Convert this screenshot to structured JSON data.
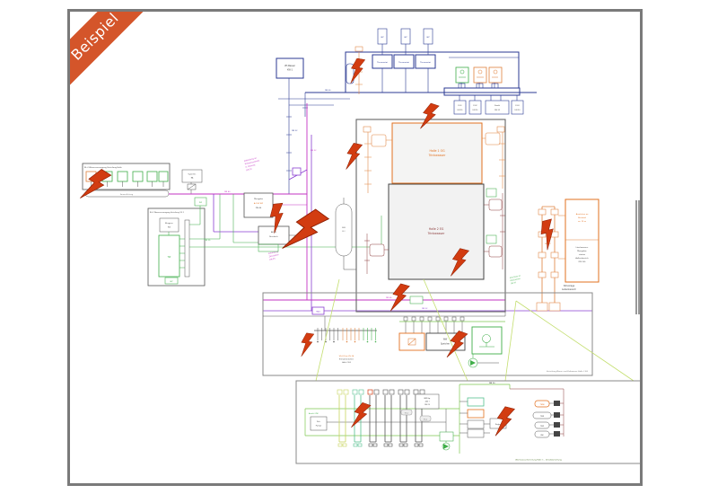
{
  "ribbon": {
    "label": "Beispiel"
  },
  "top": {
    "ve_box": [
      "VE-Wasser",
      "KW-1"
    ],
    "meter_tags": [
      "WZ",
      "WZ",
      "WZ"
    ],
    "thermostats": [
      "Thermostat",
      "Thermostat",
      "Thermostat"
    ],
    "pumps": [
      [
        "P-01",
        "DN 25"
      ],
      [
        "P-02",
        "DN 25"
      ],
      [
        "Kombi",
        "DN 32"
      ],
      [
        "P-03",
        "DN 20"
      ]
    ]
  },
  "left": {
    "box1_title": "RL-2 Wasserversorgung Verteilung Halle",
    "bar_label": "Sammelleitung",
    "valve": [
      "Systemtr.",
      "BA"
    ],
    "tag": "WZ",
    "box2_title": "RL-2 Wasserversorgung Verteilung OG 1",
    "meter_box": [
      "Mengenz.",
      "WZ"
    ],
    "riser_label": "TW",
    "bottom_tag": "WZ"
  },
  "mid": {
    "handover_box": [
      "Übergabe",
      "A-130 WZ",
      "DN 40"
    ],
    "pressure_box": [
      "AP-02",
      "Druckerh."
    ],
    "tank": [
      "MAG",
      "80 l"
    ],
    "mag_tag": "MAG",
    "note_supply": [
      "Anbindung an",
      "Trinkwassernetz",
      "lt. Planung",
      "DN 32"
    ],
    "note_circ": [
      "Anbindung",
      "Zirkulation",
      "DN 25"
    ]
  },
  "center": {
    "hall1": [
      "Halle 1 OG",
      "Trinkwasser"
    ],
    "hall2": [
      "Halle 2 EG",
      "Trinkwasser"
    ]
  },
  "right": {
    "info_orange": [
      "Anschluss an",
      "Bestand",
      "ca. 15 m"
    ],
    "info_black": [
      "Löschwasser-",
      "Übergabe-",
      "station",
      "Außenbereich",
      "DN 100"
    ],
    "sw_label": [
      "SW-Anlage",
      "Außenbereich"
    ],
    "rw_note": [
      "Anschluss an",
      "RW-Zisterne",
      "DN 50"
    ]
  },
  "mid_box": {
    "comb_note": [
      "VS-01 bis VS-14",
      "Entnahmestellen",
      "Halle 2 EG"
    ],
    "storage_box": [
      "WW",
      "Speicher"
    ],
    "caption": "Verteilung Warm- und Kaltwasser Halle 2 EG"
  },
  "bottom_box": {
    "left_box": [
      "Zirk.",
      "Pumpe"
    ],
    "left_note": "Anschl. KW",
    "mid_box": [
      "WW-Sp.",
      "400 l",
      "DN 25"
    ],
    "tags": [
      "VS-1",
      "VS-2"
    ],
    "reg_box": "Regler",
    "pills": [
      "TWW",
      "TWK",
      "TWZ",
      "RW"
    ],
    "caption": "Warmwasserbereitung Halle 1 – Detaildarstellung"
  },
  "wire_labels": [
    "DN 50",
    "DN 32",
    "DN 32",
    "DN 25",
    "DN 40",
    "DN 32",
    "DN 50",
    "DN 25",
    "DN 20",
    "DN 40"
  ]
}
